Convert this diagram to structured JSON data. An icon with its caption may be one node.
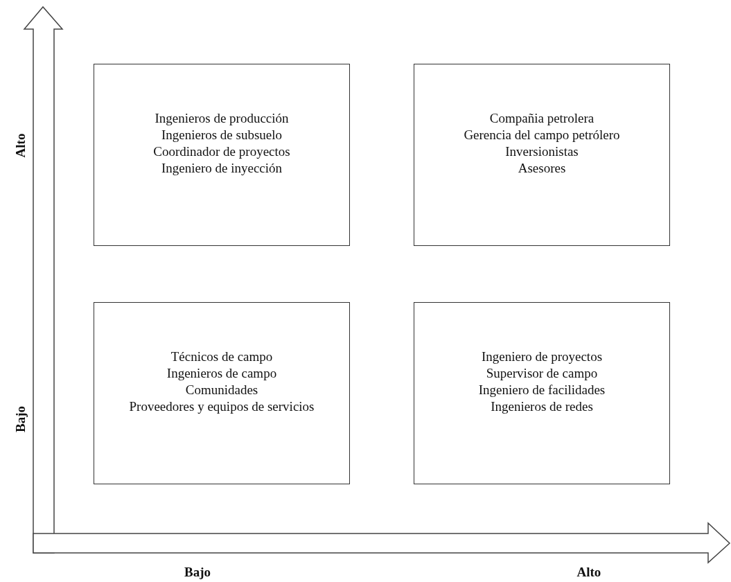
{
  "diagram": {
    "nodes": [
      {
        "text": [
          "Ingenieros de producción",
          "Ingenieros de subsuelo",
          "Coordinador de proyectos",
          "Ingeniero de inyección"
        ]
      },
      {
        "text": [
          "Compañia petrolera",
          "Gerencia del campo petrólero",
          "Inversionistas",
          "Asesores"
        ]
      },
      {
        "text": [
          "Técnicos de campo",
          "Ingenieros de campo",
          "Comunidades",
          "Proveedores y equipos de servicios"
        ]
      },
      {
        "text": [
          "Ingeniero de proyectos",
          "Supervisor de campo",
          "Ingeniero de facilidades",
          "Ingenieros de redes"
        ]
      }
    ],
    "edges": [],
    "labels": [
      "Alto",
      "Bajo",
      "Bajo",
      "Alto"
    ]
  }
}
